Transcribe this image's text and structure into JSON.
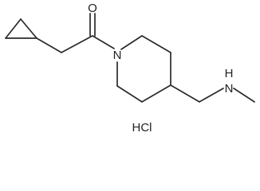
{
  "molecule": {
    "atoms": {
      "carbonyl_oxygen": "O",
      "ring_nitrogen": "N",
      "amine_nitrogen": "N",
      "amine_hydrogen": "H"
    },
    "salt": "HCl"
  },
  "colors": {
    "bond": "#2a2a2a",
    "label": "#222222",
    "background": "#ffffff"
  }
}
